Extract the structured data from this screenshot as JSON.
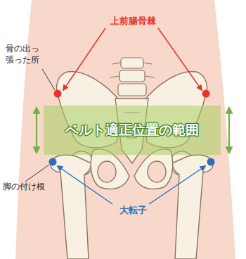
{
  "diagram": {
    "nodes": [
      {
        "text": [
          "ベルト適正位置の範囲"
        ]
      }
    ],
    "labels": [
      "上前腸骨棘",
      "骨の出っ 張った所",
      "脚の付け根",
      "大転子"
    ]
  }
}
